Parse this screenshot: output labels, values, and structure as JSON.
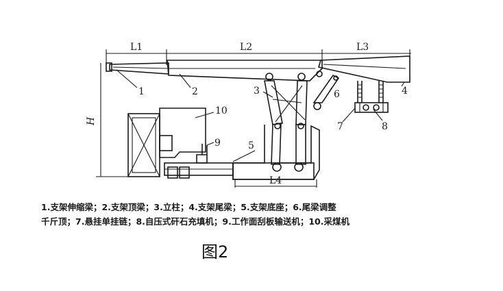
{
  "dimensions": {
    "L1": "L1",
    "L2": "L2",
    "L3": "L3",
    "L4": "L4",
    "H": "H"
  },
  "part_numbers": [
    "1",
    "2",
    "3",
    "4",
    "5",
    "6",
    "7",
    "8",
    "9",
    "10"
  ],
  "caption": {
    "line1": "1.支架伸缩梁；2.支架顶梁；3.立柱；4.支架尾梁；5.支架底座；6.尾梁调整",
    "line2": "千斤顶；7.悬挂单挂链；8.自压式矸石充填机；9.工作面刮板输送机；10.采煤机"
  },
  "figure_title": "图2"
}
